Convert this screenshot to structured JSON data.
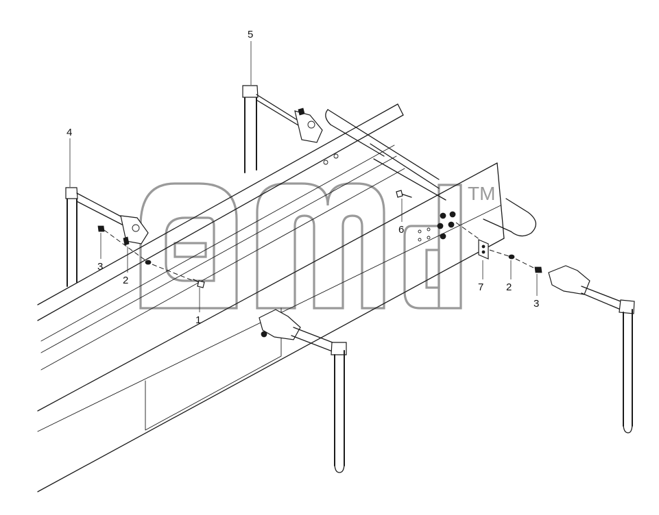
{
  "diagram": {
    "watermark": {
      "letters": "a m d",
      "trademark": "TM"
    },
    "callouts": [
      {
        "id": "callout-5",
        "number": "5"
      },
      {
        "id": "callout-4",
        "number": "4"
      },
      {
        "id": "callout-3-left",
        "number": "3"
      },
      {
        "id": "callout-2-left",
        "number": "2"
      },
      {
        "id": "callout-1",
        "number": "1"
      },
      {
        "id": "callout-6",
        "number": "6"
      },
      {
        "id": "callout-7",
        "number": "7"
      },
      {
        "id": "callout-2-right",
        "number": "2"
      },
      {
        "id": "callout-3-right",
        "number": "3"
      }
    ],
    "colors": {
      "line": "#1a1a1a",
      "watermark": "#9a9a9a",
      "background": "#ffffff"
    }
  }
}
